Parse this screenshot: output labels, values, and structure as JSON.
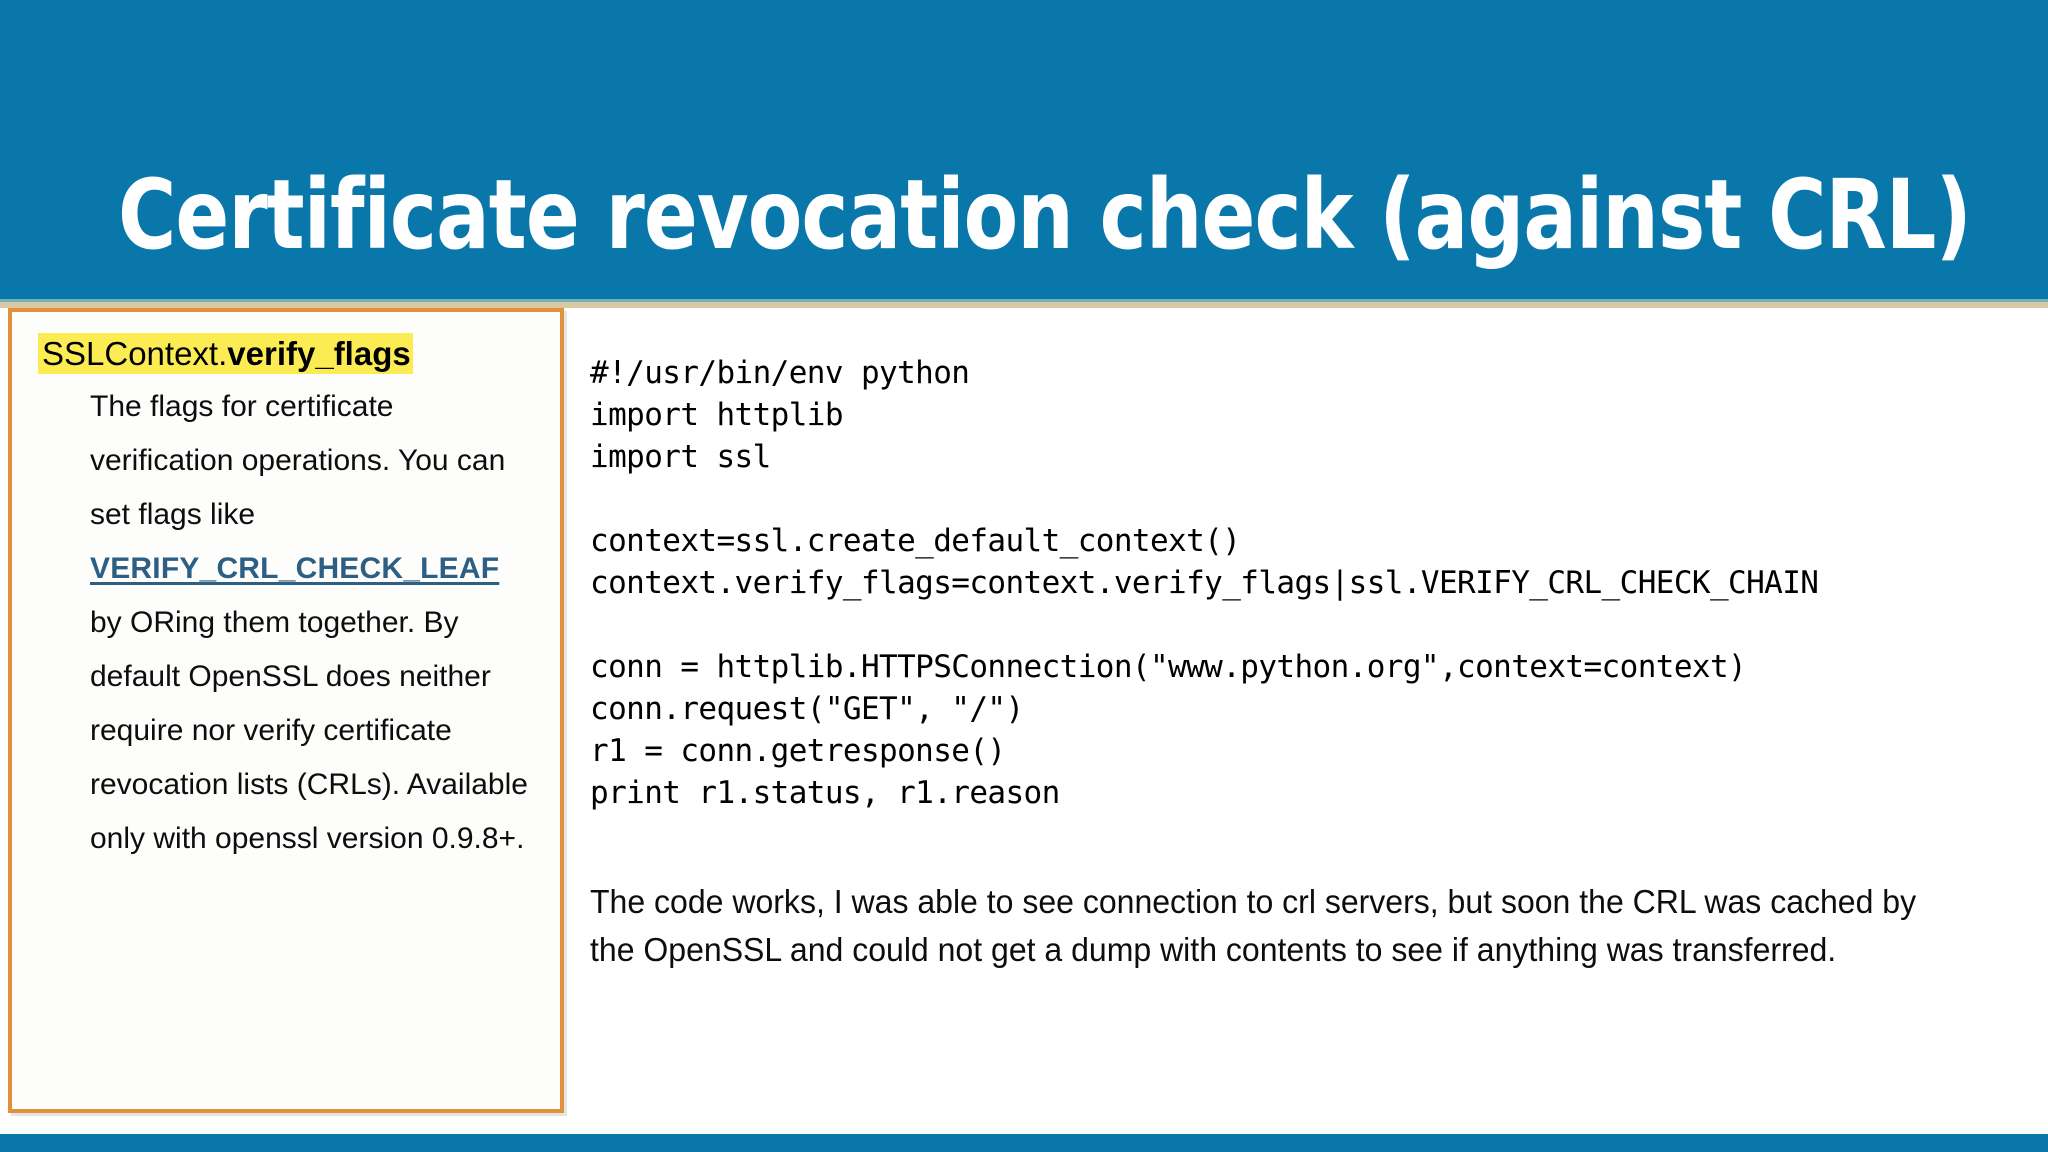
{
  "slide": {
    "title": "Certificate revocation check (against CRL)",
    "theme": {
      "header_blue": "#0a77ab",
      "rule_teal": "#6fb3bf",
      "rule_tan": "#d8c9a3",
      "box_border_orange": "#e1903d",
      "highlight_yellow": "#fcec54",
      "link_blue": "#2c5f83",
      "body_text": "#0d0d0d",
      "title_text": "#ffffff"
    }
  },
  "left_panel": {
    "term_prefix": "SSLContext.",
    "term_attribute": "verify_flags",
    "definition_before_link": "The flags for certificate verification operations. You can set flags like ",
    "definition_link": "VERIFY_CRL_CHECK_LEAF",
    "definition_after_link": " by ORing them together. By default OpenSSL does neither require nor verify certificate revocation lists (CRLs). Available only with openssl version 0.9.8+."
  },
  "right_panel": {
    "code": "#!/usr/bin/env python\nimport httplib\nimport ssl\n\ncontext=ssl.create_default_context()\ncontext.verify_flags=context.verify_flags|ssl.VERIFY_CRL_CHECK_CHAIN\n\nconn = httplib.HTTPSConnection(\"www.python.org\",context=context)\nconn.request(\"GET\", \"/\")\nr1 = conn.getresponse()\nprint r1.status, r1.reason",
    "note": "The code works, I was able to see connection to crl servers, but soon the CRL was cached by the OpenSSL and could not get a dump with contents to see if anything was transferred."
  }
}
